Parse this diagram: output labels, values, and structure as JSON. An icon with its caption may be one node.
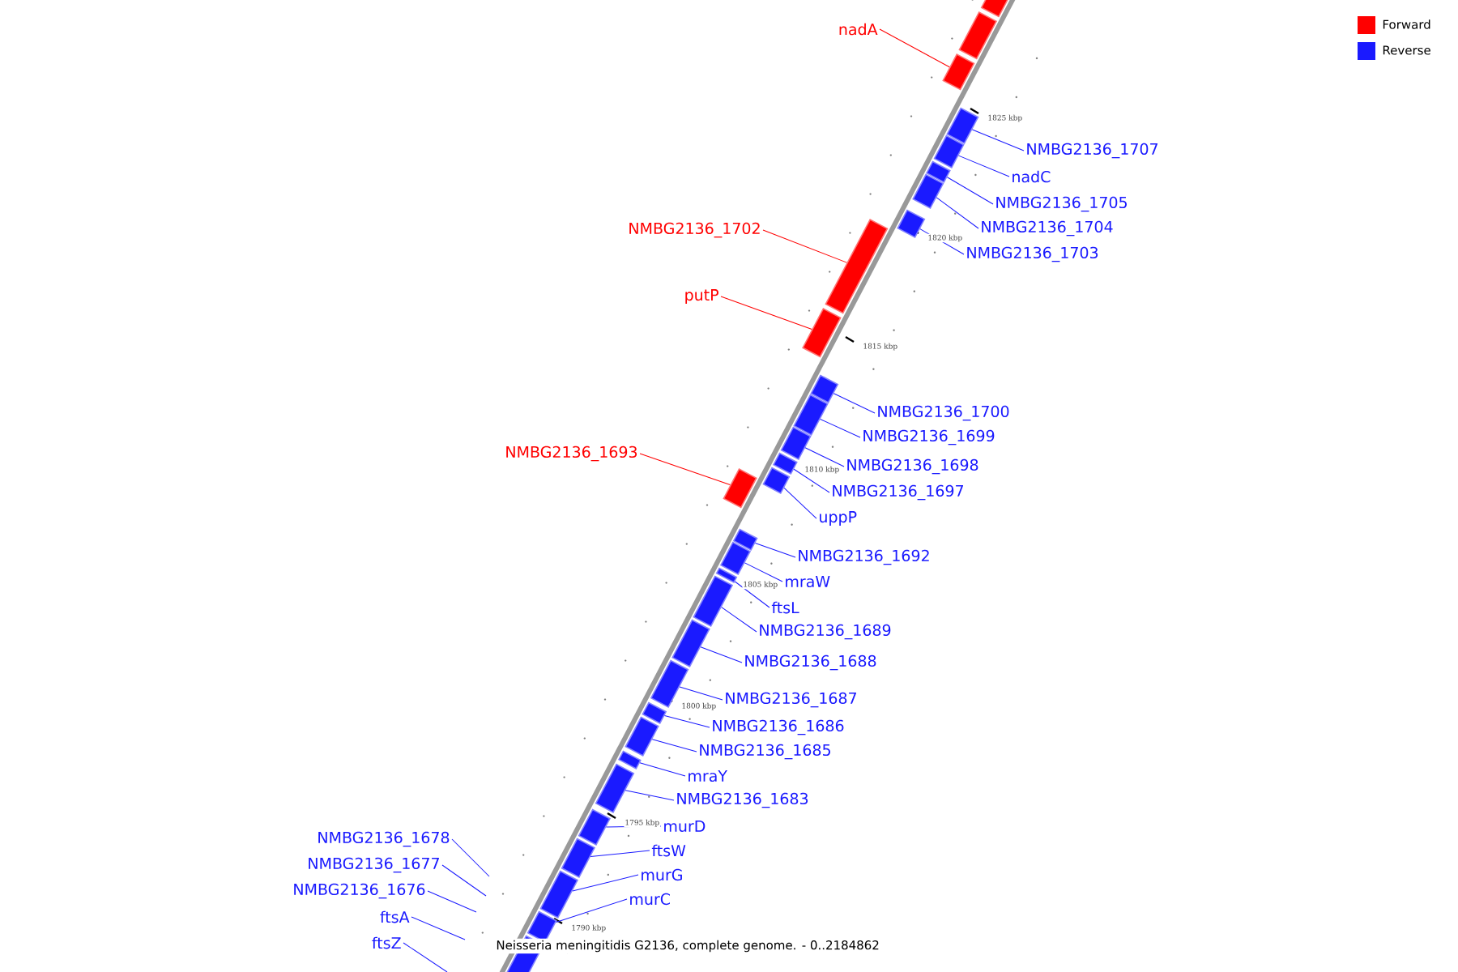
{
  "diagram": {
    "nodes": [
      {
        "text": [
          "nadA"
        ]
      },
      {
        "text": [
          "NMBG2136_1707"
        ]
      },
      {
        "text": [
          "nadC"
        ]
      },
      {
        "text": [
          "NMBG2136_1705"
        ]
      },
      {
        "text": [
          "NMBG2136_1704"
        ]
      },
      {
        "text": [
          "NMBG2136_1702"
        ]
      },
      {
        "text": [
          "NMBG2136_1703"
        ]
      },
      {
        "text": [
          "putP"
        ]
      },
      {
        "text": [
          "NMBG2136_1700"
        ]
      },
      {
        "text": [
          "NMBG2136_1699"
        ]
      },
      {
        "text": [
          "NMBG2136_1693"
        ]
      },
      {
        "text": [
          "NMBG2136_1698"
        ]
      },
      {
        "text": [
          "NMBG2136_1697"
        ]
      },
      {
        "text": [
          "uppP"
        ]
      },
      {
        "text": [
          "NMBG2136_1692"
        ]
      },
      {
        "text": [
          "mraW"
        ]
      },
      {
        "text": [
          "ftsL"
        ]
      },
      {
        "text": [
          "NMBG2136_1689"
        ]
      },
      {
        "text": [
          "NMBG2136_1688"
        ]
      },
      {
        "text": [
          "NMBG2136_1687"
        ]
      },
      {
        "text": [
          "NMBG2136_1686"
        ]
      },
      {
        "text": [
          "NMBG2136_1685"
        ]
      },
      {
        "text": [
          "mraY"
        ]
      },
      {
        "text": [
          "NMBG2136_1683"
        ]
      },
      {
        "text": [
          "murD"
        ]
      },
      {
        "text": [
          "NMBG2136_1678"
        ]
      },
      {
        "text": [
          "ftsW"
        ]
      },
      {
        "text": [
          "NMBG2136_1677"
        ]
      },
      {
        "text": [
          "murG"
        ]
      },
      {
        "text": [
          "NMBG2136_1676"
        ]
      },
      {
        "text": [
          "murC"
        ]
      },
      {
        "text": [
          "ftsA"
        ]
      },
      {
        "text": [
          "ftsZ"
        ]
      },
      {
        "text": [],
        "shape": "box"
      },
      {
        "text": [],
        "shape": "box"
      },
      {
        "text": [],
        "shape": "box"
      },
      {
        "text": [],
        "shape": "box"
      },
      {
        "text": [],
        "shape": "box"
      },
      {
        "text": [],
        "shape": "box"
      },
      {
        "text": [],
        "shape": "box"
      },
      {
        "text": [],
        "shape": "box"
      },
      {
        "text": [],
        "shape": "box"
      },
      {
        "text": [],
        "shape": "box"
      },
      {
        "text": [],
        "shape": "box"
      },
      {
        "text": [],
        "shape": "box"
      },
      {
        "text": [],
        "shape": "box"
      },
      {
        "text": [],
        "shape": "box"
      },
      {
        "text": [],
        "shape": "box"
      },
      {
        "text": [],
        "shape": "box"
      },
      {
        "text": [],
        "shape": "box"
      },
      {
        "text": [],
        "shape": "box"
      },
      {
        "text": [],
        "shape": "box"
      },
      {
        "text": [],
        "shape": "box"
      },
      {
        "text": [],
        "shape": "box"
      },
      {
        "text": [],
        "shape": "box"
      },
      {
        "text": [],
        "shape": "box"
      },
      {
        "text": [],
        "shape": "box"
      },
      {
        "text": [],
        "shape": "box"
      },
      {
        "text": [],
        "shape": "box"
      },
      {
        "text": [],
        "shape": "box"
      },
      {
        "text": [],
        "shape": "box"
      },
      {
        "text": [],
        "shape": "box"
      },
      {
        "text": [],
        "shape": "box"
      },
      {
        "text": [],
        "shape": "box"
      }
    ],
    "edges": [
      {
        "from": 0,
        "to": 35,
        "arrow": "none",
        "color": "#ff0000"
      },
      {
        "from": 1,
        "to": 36,
        "arrow": "none"
      },
      {
        "from": 2,
        "to": 37,
        "arrow": "none"
      },
      {
        "from": 3,
        "to": 38,
        "arrow": "none"
      },
      {
        "from": 4,
        "to": 39,
        "arrow": "none"
      },
      {
        "from": 5,
        "to": 41,
        "arrow": "none",
        "color": "#ff0000"
      },
      {
        "from": 6,
        "to": 40,
        "arrow": "none"
      },
      {
        "from": 7,
        "to": 42,
        "arrow": "none",
        "color": "#ff0000"
      },
      {
        "from": 8,
        "to": 43,
        "arrow": "none"
      },
      {
        "from": 9,
        "to": 44,
        "arrow": "none"
      },
      {
        "from": 10,
        "to": 48,
        "arrow": "none",
        "color": "#ff0000"
      },
      {
        "from": 11,
        "to": 45,
        "arrow": "none"
      },
      {
        "from": 12,
        "to": 46,
        "arrow": "none"
      },
      {
        "from": 13,
        "to": 47,
        "arrow": "none"
      },
      {
        "from": 14,
        "to": 49,
        "arrow": "none"
      },
      {
        "from": 15,
        "to": 50,
        "arrow": "none"
      },
      {
        "from": 16,
        "to": 51,
        "arrow": "none"
      },
      {
        "from": 17,
        "to": 52,
        "arrow": "none"
      },
      {
        "from": 18,
        "to": 53,
        "arrow": "none"
      },
      {
        "from": 19,
        "to": 54,
        "arrow": "none"
      },
      {
        "from": 20,
        "to": 55,
        "arrow": "none"
      },
      {
        "from": 21,
        "to": 56,
        "arrow": "none"
      },
      {
        "from": 22,
        "to": 57,
        "arrow": "none"
      },
      {
        "from": 23,
        "to": 58,
        "arrow": "none"
      },
      {
        "from": 24,
        "to": 59,
        "arrow": "none"
      },
      {
        "from": 25,
        "to": null,
        "arrow": "none"
      },
      {
        "from": 26,
        "to": 60,
        "arrow": "none"
      },
      {
        "from": 27,
        "to": null,
        "arrow": "none"
      },
      {
        "from": 28,
        "to": 61,
        "arrow": "none"
      },
      {
        "from": 29,
        "to": null,
        "arrow": "none"
      },
      {
        "from": 30,
        "to": 62,
        "arrow": "none"
      },
      {
        "from": 31,
        "to": null,
        "arrow": "none"
      },
      {
        "from": 32,
        "to": null,
        "arrow": "none"
      }
    ],
    "labels": [
      "1825 kbp",
      "1820 kbp",
      "1815 kbp",
      "1810 kbp",
      "1805 kbp",
      "1800 kbp",
      "1795 kbp",
      "1790 kbp",
      "Neisseria meningitidis G2136, complete genome. - 0..2184862"
    ],
    "legend": [
      {
        "text": "Forward",
        "color": "#ff0000"
      },
      {
        "text": "Reverse",
        "color": "#1a1aff"
      }
    ]
  }
}
